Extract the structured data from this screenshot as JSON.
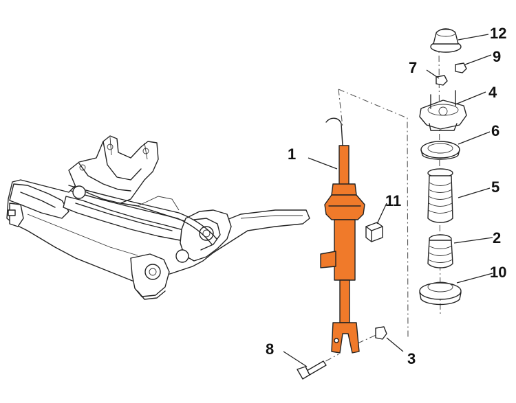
{
  "colors": {
    "strut": "#f07a2a",
    "line": "#222222",
    "background": "#ffffff"
  },
  "callouts": [
    {
      "id": "c1",
      "label": "1"
    },
    {
      "id": "c2",
      "label": "2"
    },
    {
      "id": "c3",
      "label": "3"
    },
    {
      "id": "c4",
      "label": "4"
    },
    {
      "id": "c5",
      "label": "5"
    },
    {
      "id": "c6",
      "label": "6"
    },
    {
      "id": "c7",
      "label": "7"
    },
    {
      "id": "c8",
      "label": "8"
    },
    {
      "id": "c9",
      "label": "9"
    },
    {
      "id": "c10",
      "label": "10"
    },
    {
      "id": "c11",
      "label": "11"
    },
    {
      "id": "c12",
      "label": "12"
    }
  ]
}
